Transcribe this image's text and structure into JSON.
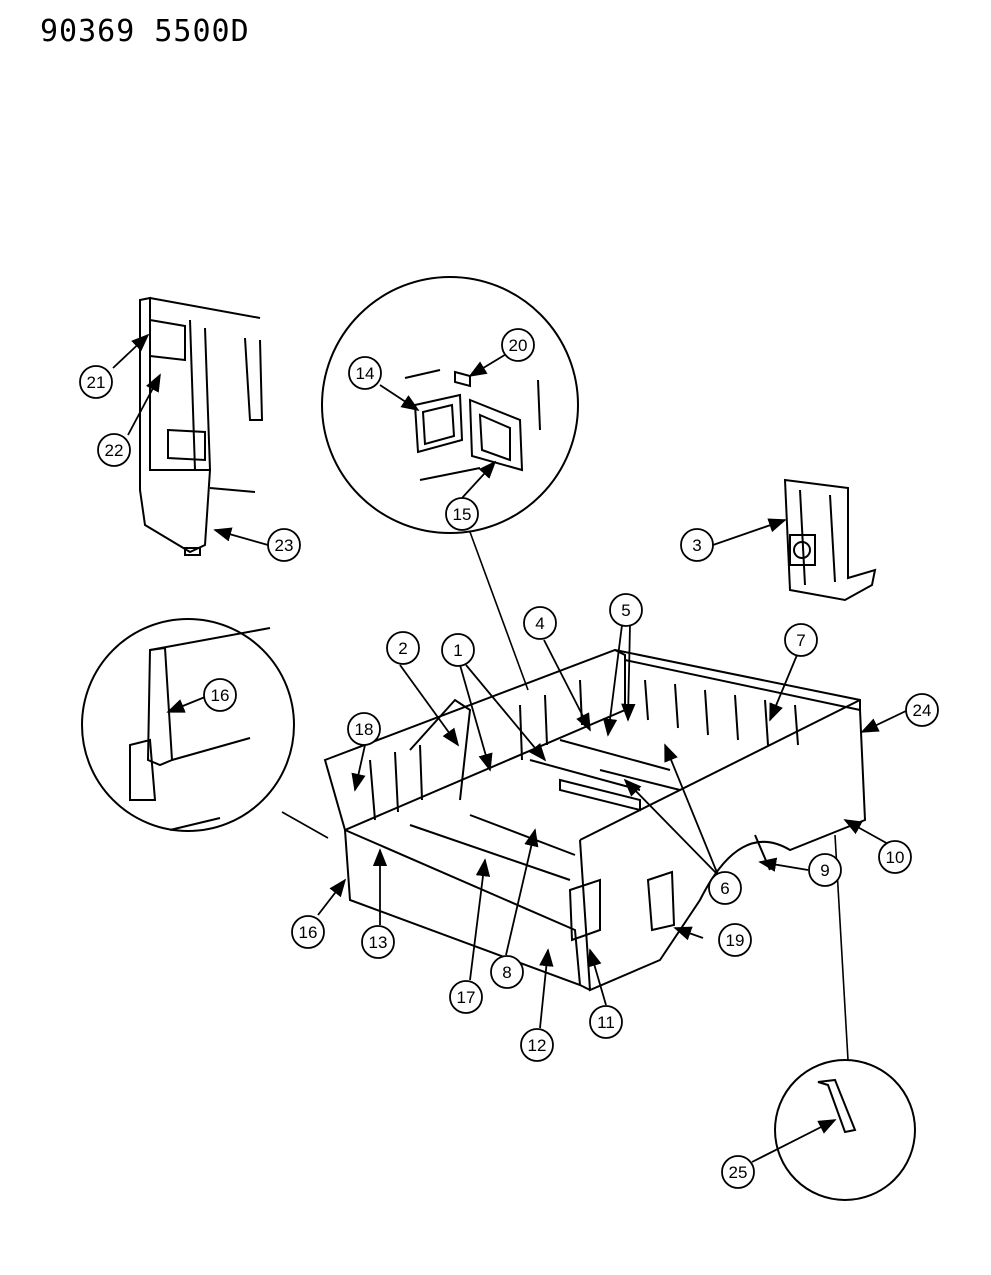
{
  "header": {
    "drawing_id": "90369 5500D"
  },
  "callouts": [
    {
      "id": "c1",
      "label": "1"
    },
    {
      "id": "c2",
      "label": "2"
    },
    {
      "id": "c3",
      "label": "3"
    },
    {
      "id": "c4",
      "label": "4"
    },
    {
      "id": "c5",
      "label": "5"
    },
    {
      "id": "c6",
      "label": "6"
    },
    {
      "id": "c7",
      "label": "7"
    },
    {
      "id": "c8",
      "label": "8"
    },
    {
      "id": "c9",
      "label": "9"
    },
    {
      "id": "c10",
      "label": "10"
    },
    {
      "id": "c11",
      "label": "11"
    },
    {
      "id": "c12",
      "label": "12"
    },
    {
      "id": "c13",
      "label": "13"
    },
    {
      "id": "c14",
      "label": "14"
    },
    {
      "id": "c15",
      "label": "15"
    },
    {
      "id": "c16a",
      "label": "16"
    },
    {
      "id": "c16b",
      "label": "16"
    },
    {
      "id": "c17",
      "label": "17"
    },
    {
      "id": "c18",
      "label": "18"
    },
    {
      "id": "c19",
      "label": "19"
    },
    {
      "id": "c20",
      "label": "20"
    },
    {
      "id": "c21",
      "label": "21"
    },
    {
      "id": "c22",
      "label": "22"
    },
    {
      "id": "c23",
      "label": "23"
    },
    {
      "id": "c24",
      "label": "24"
    },
    {
      "id": "c25",
      "label": "25"
    }
  ]
}
